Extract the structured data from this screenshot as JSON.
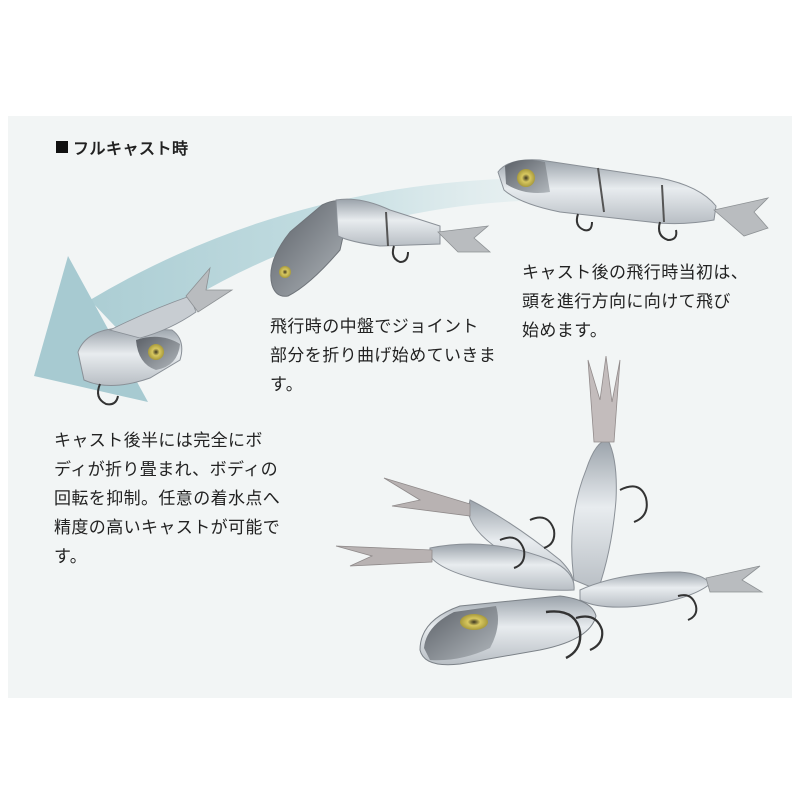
{
  "heading": {
    "title": "フルキャスト時"
  },
  "captions": {
    "start": "キャスト後の飛行時当初は、\n頭を進行方向に向けて飛び\n始めます。",
    "mid": "飛行時の中盤でジョイント\n部分を折り曲げ始めていきま\nす。",
    "late": "キャスト後半には完全にボ\nディが折り畳まれ、ボディの\n回転を抑制。任意の着水点へ\n精度の高いキャストが可能で\nす。"
  },
  "colors": {
    "panel": "#f2f5f5",
    "arrow": "#a9ccd3",
    "lure_body": "#c9ced3",
    "lure_eye": "#c9b84a"
  },
  "icons": {
    "bullet": "black-square-icon",
    "arrow": "curved-arrow-icon"
  }
}
